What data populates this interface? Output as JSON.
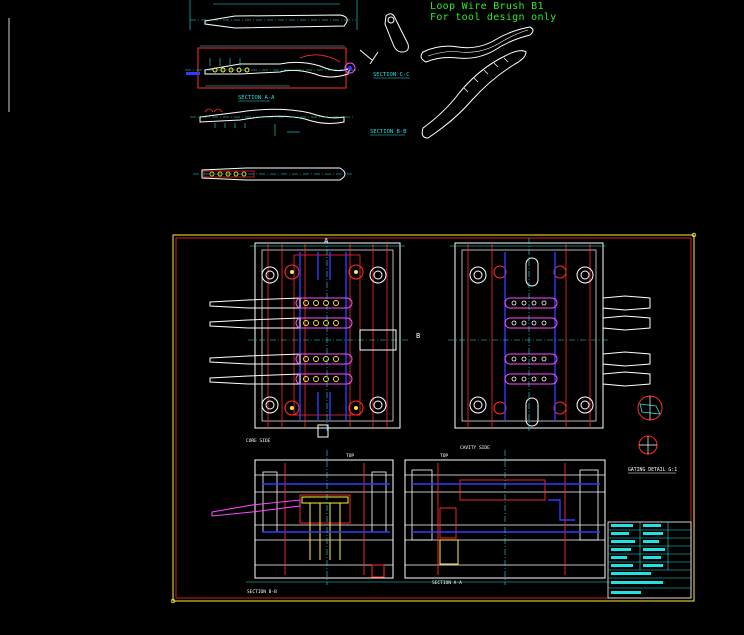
{
  "title_note": {
    "line1": "Loop Wire Brush B1",
    "line2": "For tool design only"
  },
  "part_views": {
    "section_cc": "SECTION C-C",
    "section_aa": "SECTION A-A",
    "section_bb": "SECTION B-B"
  },
  "mold_drawing": {
    "core_side": "CORE SIDE",
    "cavity_side": "CAVITY SIDE",
    "section_bb": "SECTION B-B",
    "section_aa": "SECTION A-A",
    "gating_detail": "GATING DETAIL  G:1",
    "cut_a": "A",
    "cut_b": "B",
    "top": "TOP"
  },
  "colors": {
    "background": "#000000",
    "frame": "#ff2b2b",
    "plate": "#ffffff",
    "bolt": "#ff3030",
    "cooling": "#2a3cff",
    "dimension": "#25e0e0",
    "note": "#2ee82e",
    "part": "#ff4aff",
    "yellow": "#ffee33"
  }
}
